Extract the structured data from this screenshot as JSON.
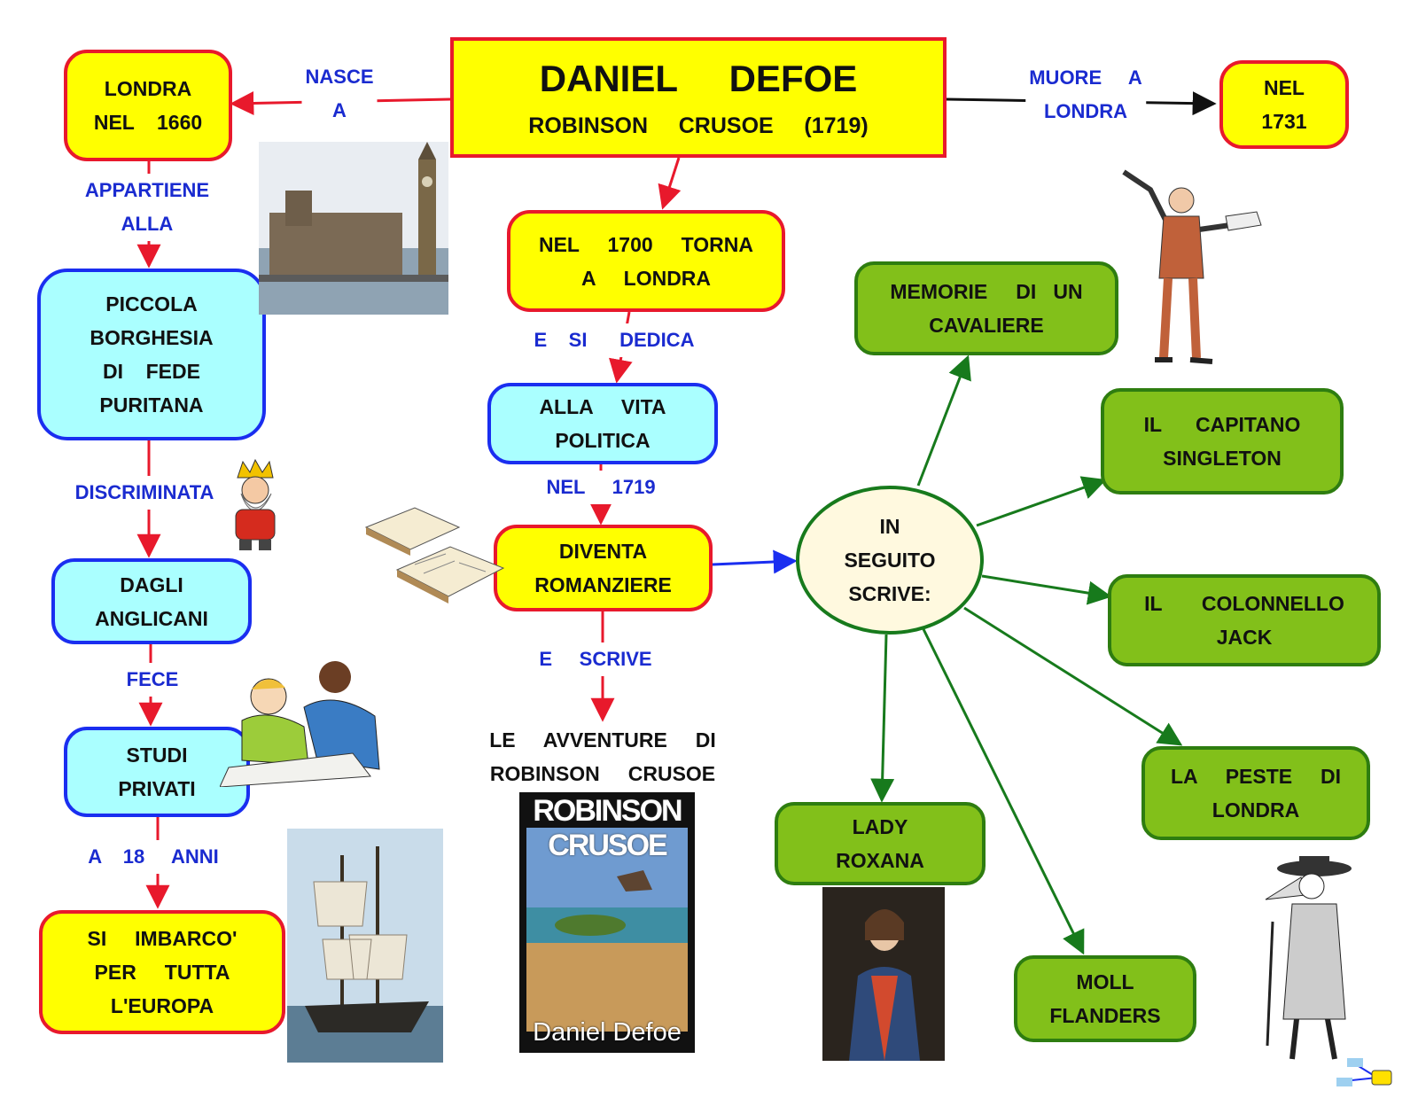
{
  "title": {
    "line1": "DANIEL     DEFOE",
    "line2": "ROBINSON     CRUSOE     (1719)"
  },
  "nodes": {
    "london_1660": "LONDRA\nNEL    1660",
    "died_1731": "NEL\n1731",
    "piccola_borghesia": "PICCOLA\nBORGHESIA\nDI    FEDE\nPURITANA",
    "dagli_anglicani": "DAGLI\nANGLICANI",
    "studi_privati": "STUDI\nPRIVATI",
    "si_imbarco": "SI     IMBARCO'\nPER     TUTTA\nL'EUROPA",
    "torna_londra": "NEL     1700     TORNA\nA     LONDRA",
    "vita_politica": "ALLA     VITA\nPOLITICA",
    "romanziere": "DIVENTA\nROMANZIERE",
    "avventure": "LE     AVVENTURE     DI\nROBINSON     CRUSOE",
    "in_seguito": "IN\nSEGUITO\nSCRIVE:",
    "memorie": "MEMORIE     DI   UN\nCAVALIERE",
    "singleton": "IL      CAPITANO\nSINGLETON",
    "colonnello": "IL       COLONNELLO\nJACK",
    "peste": "LA     PESTE     DI\nLONDRA",
    "roxana": "LADY\nROXANA",
    "moll": "MOLL\nFLANDERS"
  },
  "links": {
    "nasce": "NASCE\nA",
    "muore": "MUORE     A\nLONDRA",
    "appartiene": "APPARTIENE\nALLA",
    "discriminata": "DISCRIMINATA",
    "fece": "FECE",
    "a18": "A    18     ANNI",
    "e_si_dedica": "E    SI      DEDICA",
    "nel_1719": "NEL     1719",
    "e_scrive": "E     SCRIVE"
  },
  "book_cover": {
    "title": "ROBINSON CRUSOE",
    "author": "Daniel Defoe"
  },
  "colors": {
    "red": "#e8192c",
    "blue": "#1a2ef0",
    "green": "#177a1c",
    "yellow": "#ffff00",
    "cyan": "#aaffff",
    "leaf": "#82c01a",
    "label": "#1a2bd0"
  }
}
